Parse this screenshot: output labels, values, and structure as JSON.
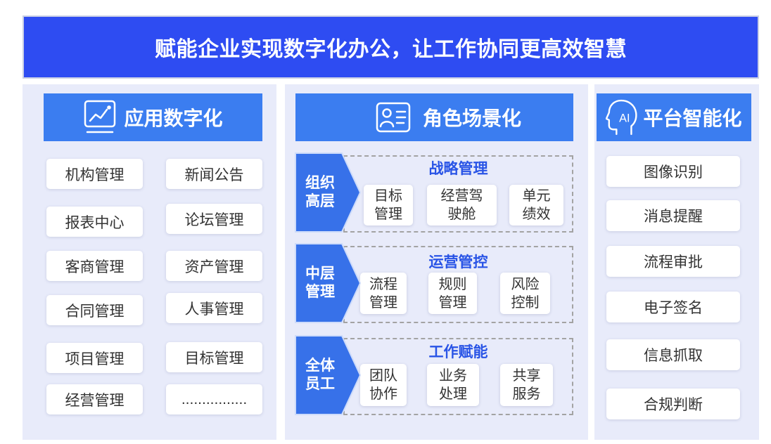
{
  "colors": {
    "banner": "#2e4cf2",
    "header": "#3b7df0",
    "role_arrow": "#3771e9",
    "panel_bg": "#e8ebfa",
    "group_title": "#2954e6",
    "item_text": "#333333"
  },
  "banner": {
    "title": "赋能企业实现数字化办公，让工作协同更高效智慧"
  },
  "apps": {
    "title": "应用数字化",
    "icon": "chart-icon",
    "items": [
      "机构管理",
      "新闻公告",
      "报表中心",
      "论坛管理",
      "客商管理",
      "资产管理",
      "合同管理",
      "人事管理",
      "项目管理",
      "目标管理",
      "经营管理",
      "................"
    ]
  },
  "roles": {
    "title": "角色场景化",
    "icon": "id-card-icon",
    "groups": [
      {
        "role": [
          "组织",
          "高层"
        ],
        "title": "战略管理",
        "cards": [
          [
            "目标",
            "管理"
          ],
          [
            "经营驾",
            "驶舱"
          ],
          [
            "单元",
            "绩效"
          ]
        ]
      },
      {
        "role": [
          "中层",
          "管理"
        ],
        "title": "运营管控",
        "cards": [
          [
            "流程",
            "管理"
          ],
          [
            "规则",
            "管理"
          ],
          [
            "风险",
            "控制"
          ]
        ]
      },
      {
        "role": [
          "全体",
          "员工"
        ],
        "title": "工作赋能",
        "cards": [
          [
            "团队",
            "协作"
          ],
          [
            "业务",
            "处理"
          ],
          [
            "共享",
            "服务"
          ]
        ]
      }
    ]
  },
  "platform": {
    "title": "平台智能化",
    "icon": "ai-head-icon",
    "icon_text": "AI",
    "items": [
      "图像识别",
      "消息提醒",
      "流程审批",
      "电子签名",
      "信息抓取",
      "合规判断"
    ]
  }
}
